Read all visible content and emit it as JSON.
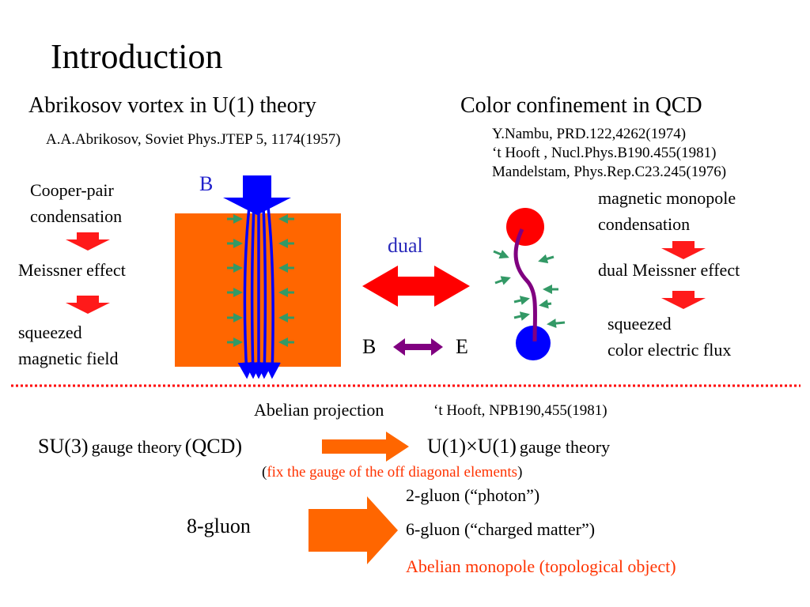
{
  "slide": {
    "title": "Introduction",
    "left": {
      "heading": "Abrikosov vortex in U(1) theory",
      "reference": "A.A.Abrikosov, Soviet Phys.JTEP 5, 1174(1957)",
      "step1_line1": "Cooper-pair",
      "step1_line2": "condensation",
      "step2": "Meissner effect",
      "step3_line1": "squeezed",
      "step3_line2": "magnetic field",
      "field_label": "B"
    },
    "center": {
      "dual_label": "dual",
      "b_label": "B",
      "e_label": "E"
    },
    "right": {
      "heading": "Color confinement in QCD",
      "references": [
        "Y.Nambu, PRD.122,4262(1974)",
        "‘t Hooft , Nucl.Phys.B190.455(1981)",
        "Mandelstam, Phys.Rep.C23.245(1976)"
      ],
      "step1_line1": "magnetic monopole",
      "step1_line2": "condensation",
      "step2": "dual Meissner effect",
      "step3_line1": "squeezed",
      "step3_line2": "color electric flux"
    },
    "bottom": {
      "abelian_projection": "Abelian projection",
      "abelian_reference": "‘t Hooft, NPB190,455(1981)",
      "su3": "SU(3)",
      "gauge_theory_1": "gauge theory",
      "qcd": "(QCD)",
      "u1u1": "U(1)×U(1)",
      "gauge_theory_2": "gauge theory",
      "paren_open": "(",
      "fix_gauge": "fix the gauge of the off diagonal elements",
      "paren_close": ")",
      "eight_gluon": "8-gluon",
      "two_gluon": "2-gluon (“photon”)",
      "six_gluon": "6-gluon (“charged matter”)",
      "abelian_monopole": "Abelian monopole (topological object)"
    },
    "colors": {
      "orange": "#ff6600",
      "red": "#ff0000",
      "blue": "#0000ff",
      "purple": "#800080",
      "green": "#339966",
      "dotted_line": "#ff0000",
      "accent_text": "#ff3300"
    }
  }
}
